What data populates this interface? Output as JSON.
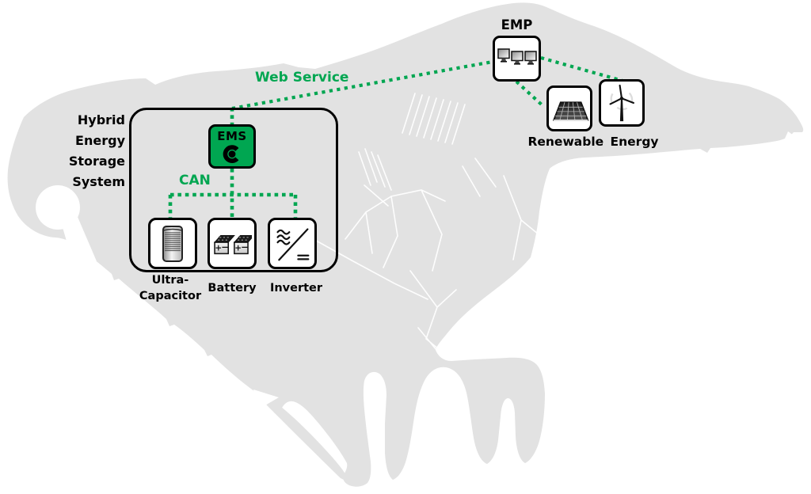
{
  "colors": {
    "accent_green": "#00a651",
    "island_fill": "#e2e2e2",
    "road_white": "#ffffff",
    "line_black": "#000000",
    "background": "#ffffff"
  },
  "emp": {
    "title": "EMP"
  },
  "links": {
    "web_service": "Web Service",
    "can_bus": "CAN"
  },
  "hess": {
    "title_lines": [
      "Hybrid",
      "Energy",
      "Storage",
      "System"
    ],
    "ems_label": "EMS"
  },
  "components": {
    "ultracapacitor_lines": [
      "Ultra-",
      "Capacitor"
    ],
    "battery": "Battery",
    "inverter": "Inverter"
  },
  "renewable": {
    "title": "Renewable Energy"
  },
  "icons": {
    "emp": "monitors-icon",
    "ems": "ems-logo-icon",
    "component_1": "ultracapacitor-icon",
    "component_2": "battery-icon",
    "component_3": "inverter-icon",
    "renewable_1": "solar-panel-icon",
    "renewable_2": "wind-turbine-icon"
  }
}
